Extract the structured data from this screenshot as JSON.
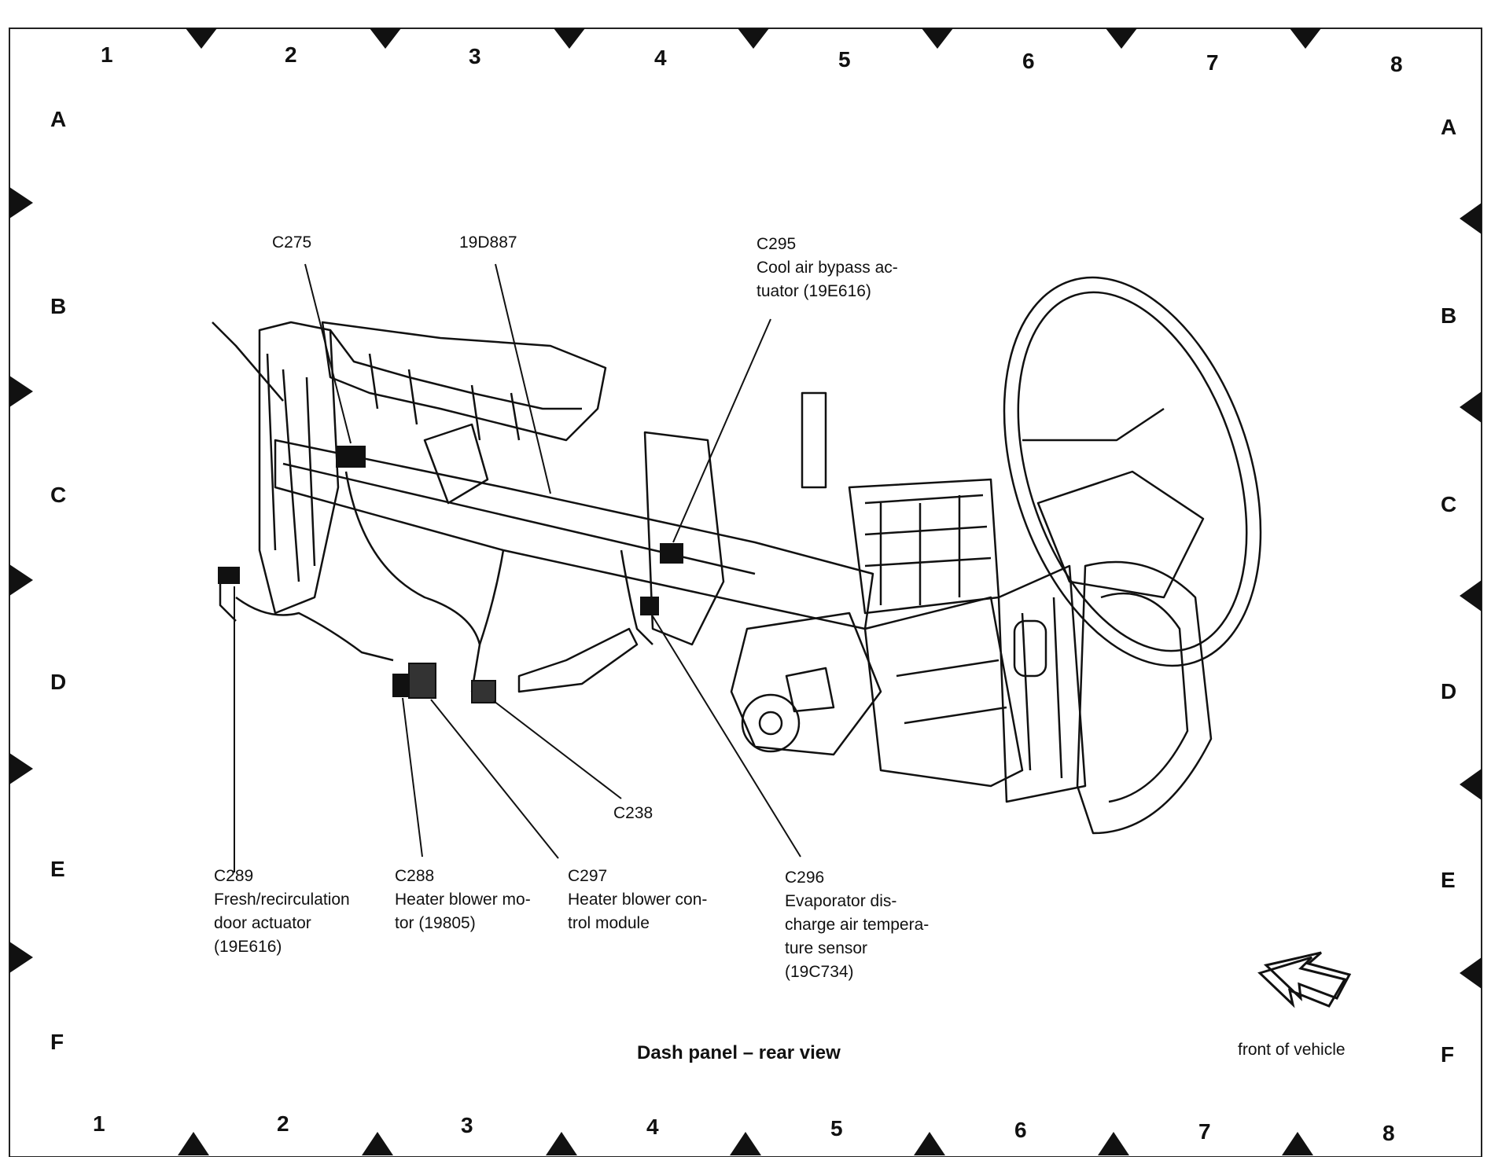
{
  "grid": {
    "columns": [
      "1",
      "2",
      "3",
      "4",
      "5",
      "6",
      "7",
      "8"
    ],
    "rows": [
      "A",
      "B",
      "C",
      "D",
      "E",
      "F"
    ]
  },
  "callouts": {
    "c275": {
      "id": "C275"
    },
    "p19d887": {
      "id": "19D887"
    },
    "c295": {
      "id": "C295",
      "line1": "Cool air bypass ac-",
      "line2": "tuator (19E616)"
    },
    "c238": {
      "id": "C238"
    },
    "c289": {
      "id": "C289",
      "line1": "Fresh/recirculation",
      "line2": "door actuator",
      "line3": "(19E616)"
    },
    "c288": {
      "id": "C288",
      "line1": "Heater blower mo-",
      "line2": "tor (19805)"
    },
    "c297": {
      "id": "C297",
      "line1": "Heater blower con-",
      "line2": "trol module"
    },
    "c296": {
      "id": "C296",
      "line1": "Evaporator dis-",
      "line2": "charge air tempera-",
      "line3": "ture sensor",
      "line4": "(19C734)"
    }
  },
  "caption": "Dash panel – rear view",
  "front_label": "front of vehicle",
  "colors": {
    "ink": "#111111",
    "paper": "#ffffff",
    "frame": "#222222"
  }
}
